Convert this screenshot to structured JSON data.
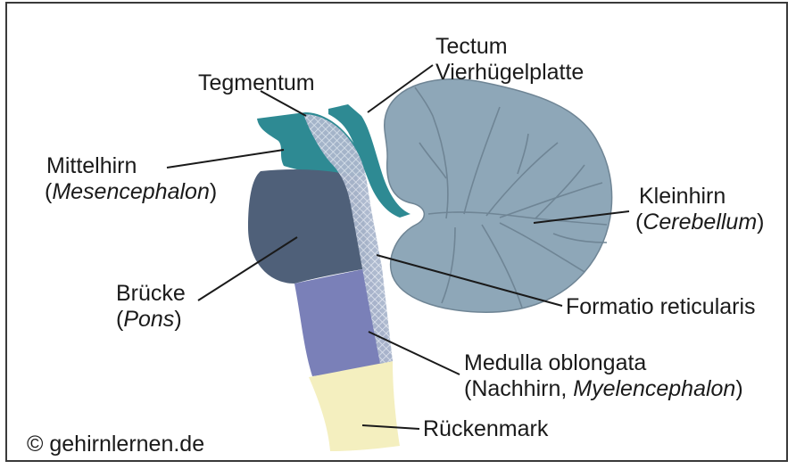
{
  "labels": {
    "tectum_line1": "Tectum",
    "tectum_line2": "Vierhügelplatte",
    "tegmentum": "Tegmentum",
    "mittelhirn_line1": "Mittelhirn",
    "mittelhirn_paren_open": "(",
    "mittelhirn_latin": "Mesencephalon",
    "mittelhirn_paren_close": ")",
    "kleinhirn_line1": "Kleinhirn",
    "kleinhirn_paren_open": "(",
    "kleinhirn_latin": "Cerebellum",
    "kleinhirn_paren_close": ")",
    "bruecke_line1": "Brücke",
    "bruecke_paren_open": "(",
    "bruecke_latin": "Pons",
    "bruecke_paren_close": ")",
    "formatio": "Formatio reticularis",
    "medulla_line1": "Medulla oblongata",
    "medulla_line2_prefix": "(Nachhirn, ",
    "medulla_latin": "Myelencephalon",
    "medulla_paren_close": ")",
    "rueckenmark": "Rückenmark"
  },
  "copyright": "© gehirnlernen.de",
  "colors": {
    "mesencephalon": "#2e8a93",
    "tectum": "#2e8a93",
    "pons": "#4f6079",
    "medulla": "#7a80b8",
    "spinal_cord": "#f4efbf",
    "cerebellum": "#8ea7b8",
    "cerebellum_lines": "#6f8595",
    "reticular": "#b8c2d8",
    "leader_lines": "#1a1a1a",
    "frame": "#3a3a3a"
  }
}
